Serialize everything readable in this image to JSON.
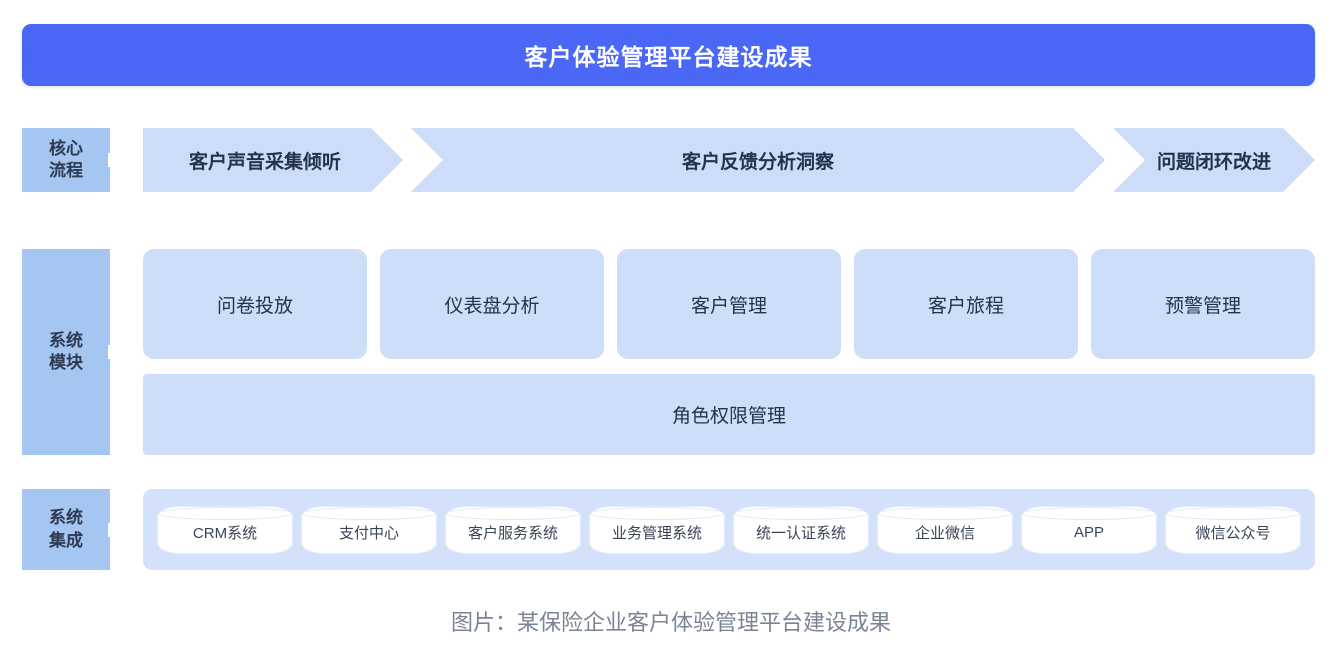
{
  "header": {
    "title": "客户体验管理平台建设成果",
    "background_color": "#4a67f5",
    "text_color": "#ffffff"
  },
  "rows": {
    "flow": {
      "label_line1": "核心",
      "label_line2": "流程",
      "label_color": "#a6c6f2",
      "arrow_icon": "arrow-right-icon",
      "steps": [
        {
          "label": "客户声音采集倾听"
        },
        {
          "label": "客户反馈分析洞察"
        },
        {
          "label": "问题闭环改进"
        }
      ],
      "step_color": "#cddcf8"
    },
    "modules": {
      "label_line1": "系统",
      "label_line2": "模块",
      "label_color": "#a6c6f2",
      "arrow_icon": "arrow-right-icon",
      "cards": [
        {
          "label": "问卷投放"
        },
        {
          "label": "仪表盘分析"
        },
        {
          "label": "客户管理"
        },
        {
          "label": "客户旅程"
        },
        {
          "label": "预警管理"
        }
      ],
      "wide_bar": {
        "label": "角色权限管理"
      },
      "card_color": "#cedef9"
    },
    "integration": {
      "label_line1": "系统",
      "label_line2": "集成",
      "label_color": "#a6c6f2",
      "arrow_icon": "arrow-right-icon",
      "band_color": "#d3e1fa",
      "systems": [
        {
          "label": "CRM系统"
        },
        {
          "label": "支付中心"
        },
        {
          "label": "客户服务系统"
        },
        {
          "label": "业务管理系统"
        },
        {
          "label": "统一认证系统"
        },
        {
          "label": "企业微信"
        },
        {
          "label": "APP"
        },
        {
          "label": "微信公众号"
        }
      ]
    }
  },
  "caption": {
    "text": "图片：某保险企业客户体验管理平台建设成果"
  }
}
